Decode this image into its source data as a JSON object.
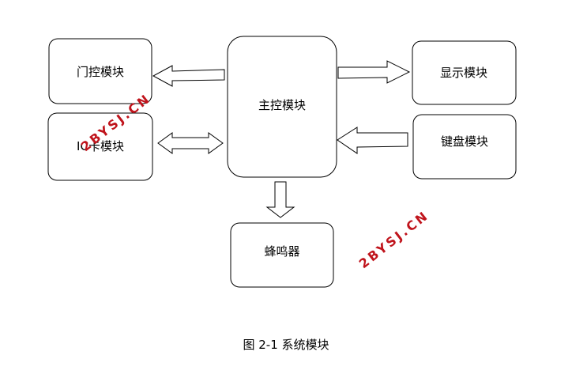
{
  "diagram": {
    "modules": {
      "door": "门控模块",
      "ic": "IC卡模块",
      "main": "主控模块",
      "display": "显示模块",
      "keyboard": "键盘模块",
      "buzzer": "蜂鸣器"
    },
    "caption": "图 2-1 系统模块",
    "watermark": "2BYSJ.CN"
  }
}
